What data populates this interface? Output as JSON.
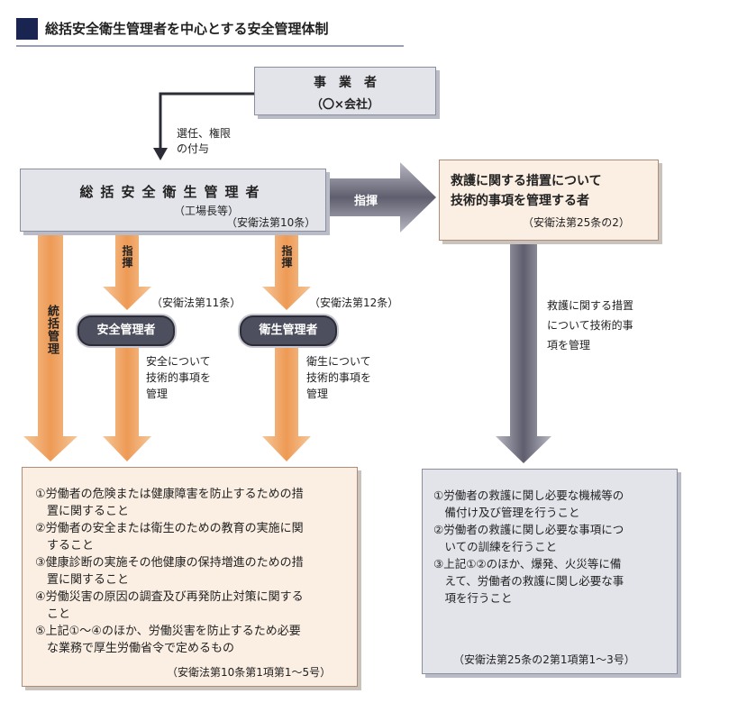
{
  "title": "総括安全衛生管理者を中心とする安全管理体制",
  "employer": {
    "line1": "事業者",
    "line2": "（〇×会社）"
  },
  "appoint_label": {
    "line1": "選任、権限",
    "line2": "の付与"
  },
  "general_manager": {
    "title": "総括安全衛生管理者",
    "subtitle": "（工場長等）",
    "law": "（安衛法第10条）"
  },
  "direct_label": "指揮",
  "rescue_manager": {
    "line1": "救護に関する措置について",
    "line2": "技術的事項を管理する者",
    "law": "（安衛法第25条の2）"
  },
  "arrow_labels": {
    "overall": "統括管理",
    "direct_safety": "指揮",
    "direct_hygiene": "指揮"
  },
  "safety_manager": {
    "name": "安全管理者",
    "law": "（安衛法第11条）",
    "desc": [
      "安全について",
      "技術的事項を",
      "管理"
    ]
  },
  "hygiene_manager": {
    "name": "衛生管理者",
    "law": "（安衛法第12条）",
    "desc": [
      "衛生について",
      "技術的事項を",
      "管理"
    ]
  },
  "rescue_desc": [
    "救護に関する措置",
    "について技術的事",
    "項を管理"
  ],
  "duties": [
    "①労働者の危険または健康障害を防止するための措",
    "　置に関すること",
    "②労働者の安全または衛生のための教育の実施に関",
    "　すること",
    "③健康診断の実施その他健康の保持増進のための措",
    "　置に関すること",
    "④労働災害の原因の調査及び再発防止対策に関する",
    "　こと",
    "⑤上記①～④のほか、労働災害を防止するため必要",
    "　な業務で厚生労働省令で定めるもの"
  ],
  "duties_ref": "（安衛法第10条第1項第1～5号）",
  "rescue_duties": [
    "①労働者の救護に関し必要な機械等の",
    "　備付け及び管理を行うこと",
    "②労働者の救護に関し必要な事項につ",
    "　いての訓練を行うこと",
    "③上記①②のほか、爆発、火災等に備",
    "　えて、労働者の救護に関し必要な事",
    "　項を行うこと"
  ],
  "rescue_duties_ref": "（安衛法第25条の2第1項第1～3号）",
  "colors": {
    "orange": "#f0a060",
    "navy": "#1a2450",
    "pill": "#4d4f5e",
    "gray_arrow": "#6c6c7c"
  }
}
